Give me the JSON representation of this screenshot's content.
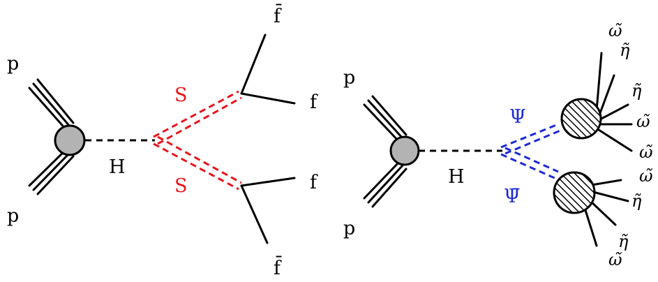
{
  "left_diagram": {
    "proton_top": "p",
    "proton_bottom": "p",
    "higgs": "H",
    "scalar_top": "S",
    "scalar_bottom": "S",
    "fbar_top": "f̄",
    "f_top": "f",
    "f_bottom": "f",
    "fbar_bottom": "f̄",
    "colors": {
      "scalar": "#e8141b",
      "line": "#000000",
      "vertex_fill": "#b3b3b3"
    }
  },
  "right_diagram": {
    "proton_top": "p",
    "proton_bottom": "p",
    "higgs": "H",
    "psi": "Ψ",
    "psibar": "Ψ̄",
    "upper_blob_outputs": [
      "ω̃",
      "η̃",
      "η̃",
      "ω̃",
      "ω̃"
    ],
    "lower_blob_outputs": [
      "ω̃",
      "η̃",
      "η̃",
      "ω̃"
    ],
    "colors": {
      "psi": "#1c2ad6",
      "line": "#000000",
      "vertex_fill": "#b3b3b3",
      "blob_hatch": "#000000"
    }
  }
}
